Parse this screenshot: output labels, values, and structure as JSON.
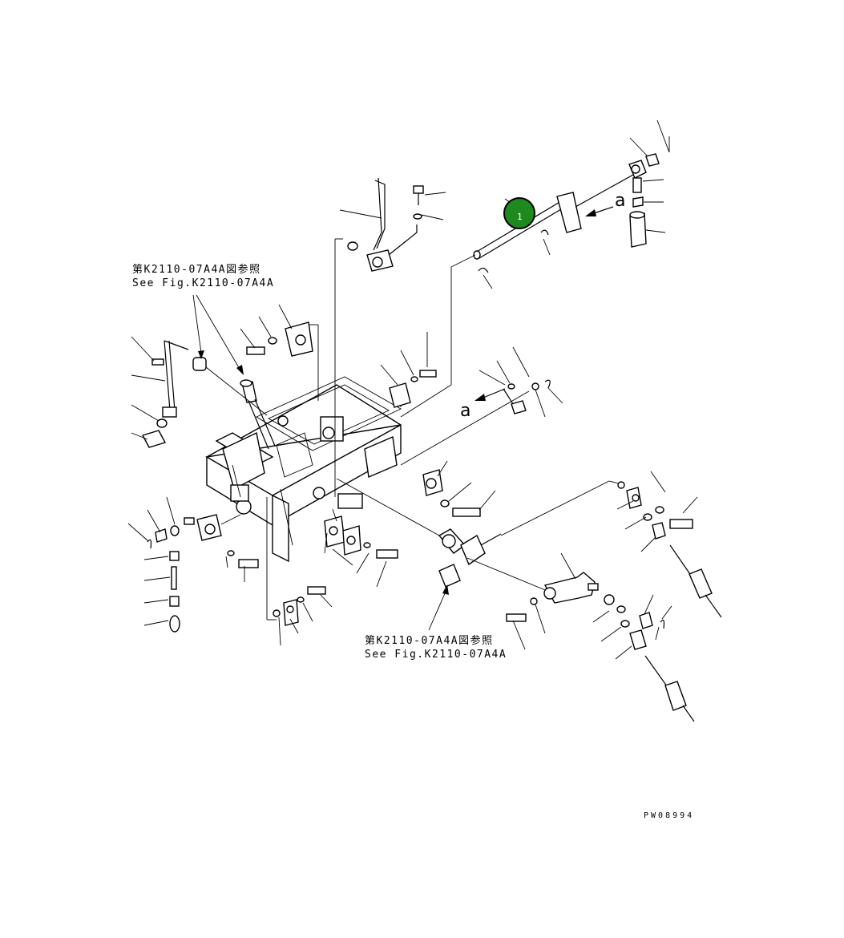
{
  "references": [
    {
      "jp": "第K2110-07A4A図参照",
      "en": "See Fig.K2110-07A4A"
    },
    {
      "jp": "第K2110-07A4A図参照",
      "en": "See Fig.K2110-07A4A"
    }
  ],
  "view_letters": [
    "a",
    "a"
  ],
  "callouts": [
    {
      "number": "1",
      "color": "#1e8a1e"
    }
  ],
  "drawing_code": "PW08994"
}
